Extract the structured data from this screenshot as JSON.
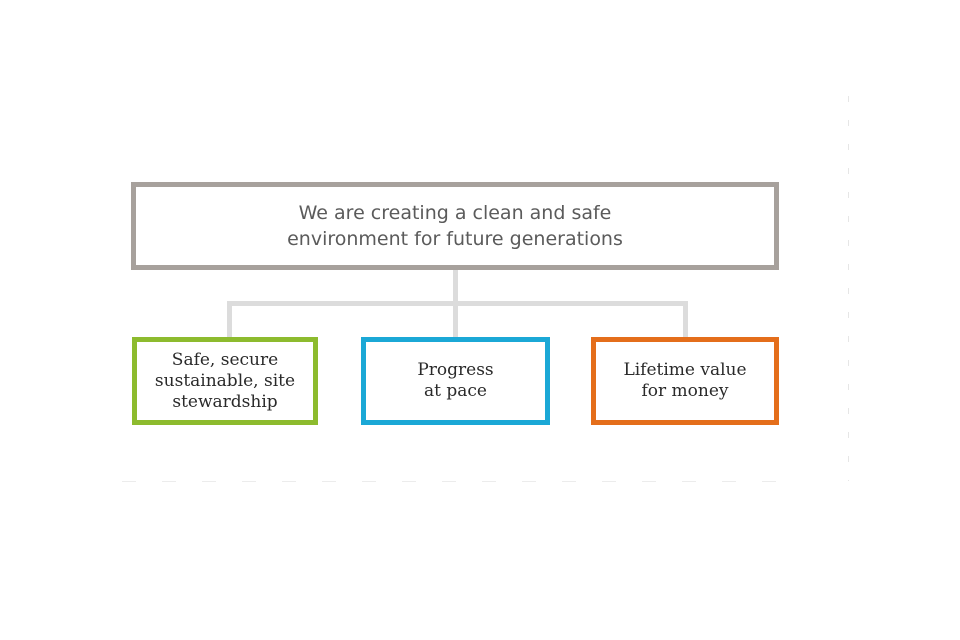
{
  "diagram": {
    "top_box": {
      "lines": [
        "We are creating a clean and safe",
        "environment for future generations"
      ],
      "border_color": "#a7a19c"
    },
    "connector_color": "#dcdcdc",
    "children": [
      {
        "lines": [
          "Safe, secure",
          "sustainable, site",
          "stewardship"
        ],
        "border_color": "#8dbb2e"
      },
      {
        "lines": [
          "Progress",
          "at pace"
        ],
        "border_color": "#1ba8d6"
      },
      {
        "lines": [
          "Lifetime value",
          "for money"
        ],
        "border_color": "#e46e1b"
      }
    ]
  }
}
